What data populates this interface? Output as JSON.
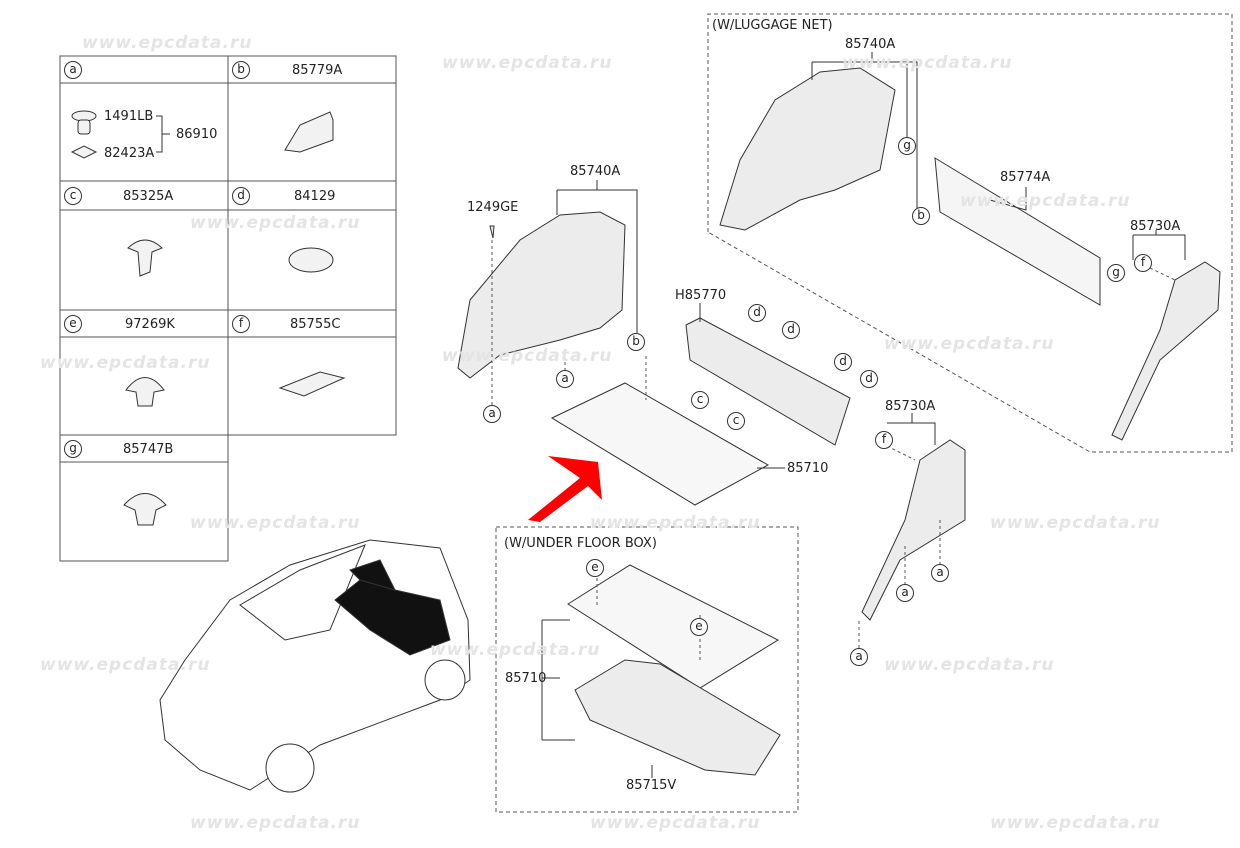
{
  "watermark": "www.epcdata.ru",
  "legend_table": {
    "cells": [
      {
        "letter": "a",
        "part": ""
      },
      {
        "letter": "b",
        "part": "85779A"
      },
      {
        "letter": "c",
        "part": "85325A"
      },
      {
        "letter": "d",
        "part": "84129"
      },
      {
        "letter": "e",
        "part": "97269K"
      },
      {
        "letter": "f",
        "part": "85755C"
      },
      {
        "letter": "g",
        "part": "85747B"
      }
    ],
    "cell_a_parts": {
      "clip": "1491LB",
      "washer": "82423A",
      "assembly": "86910"
    }
  },
  "labels": {
    "bolt": "1249GE",
    "trim_main": "85740A",
    "sill_trim": "H85770",
    "floor_mat": "85710",
    "side_trim_right": "85730A",
    "luggage_net_title": "(W/LUGGAGE NET)",
    "net_trim": "85740A",
    "luggage_net": "85774A",
    "net_side_trim": "85730A",
    "under_floor_title": "(W/UNDER FLOOR BOX)",
    "under_floor_mat": "85710",
    "under_floor_box": "85715V"
  },
  "callouts": [
    "a",
    "a",
    "a",
    "a",
    "a",
    "b",
    "b",
    "c",
    "c",
    "d",
    "d",
    "d",
    "d",
    "e",
    "e",
    "f",
    "f",
    "g",
    "g"
  ],
  "colors": {
    "arrow": "#ff0000",
    "line": "#333333",
    "part_fill": "#ececec"
  }
}
